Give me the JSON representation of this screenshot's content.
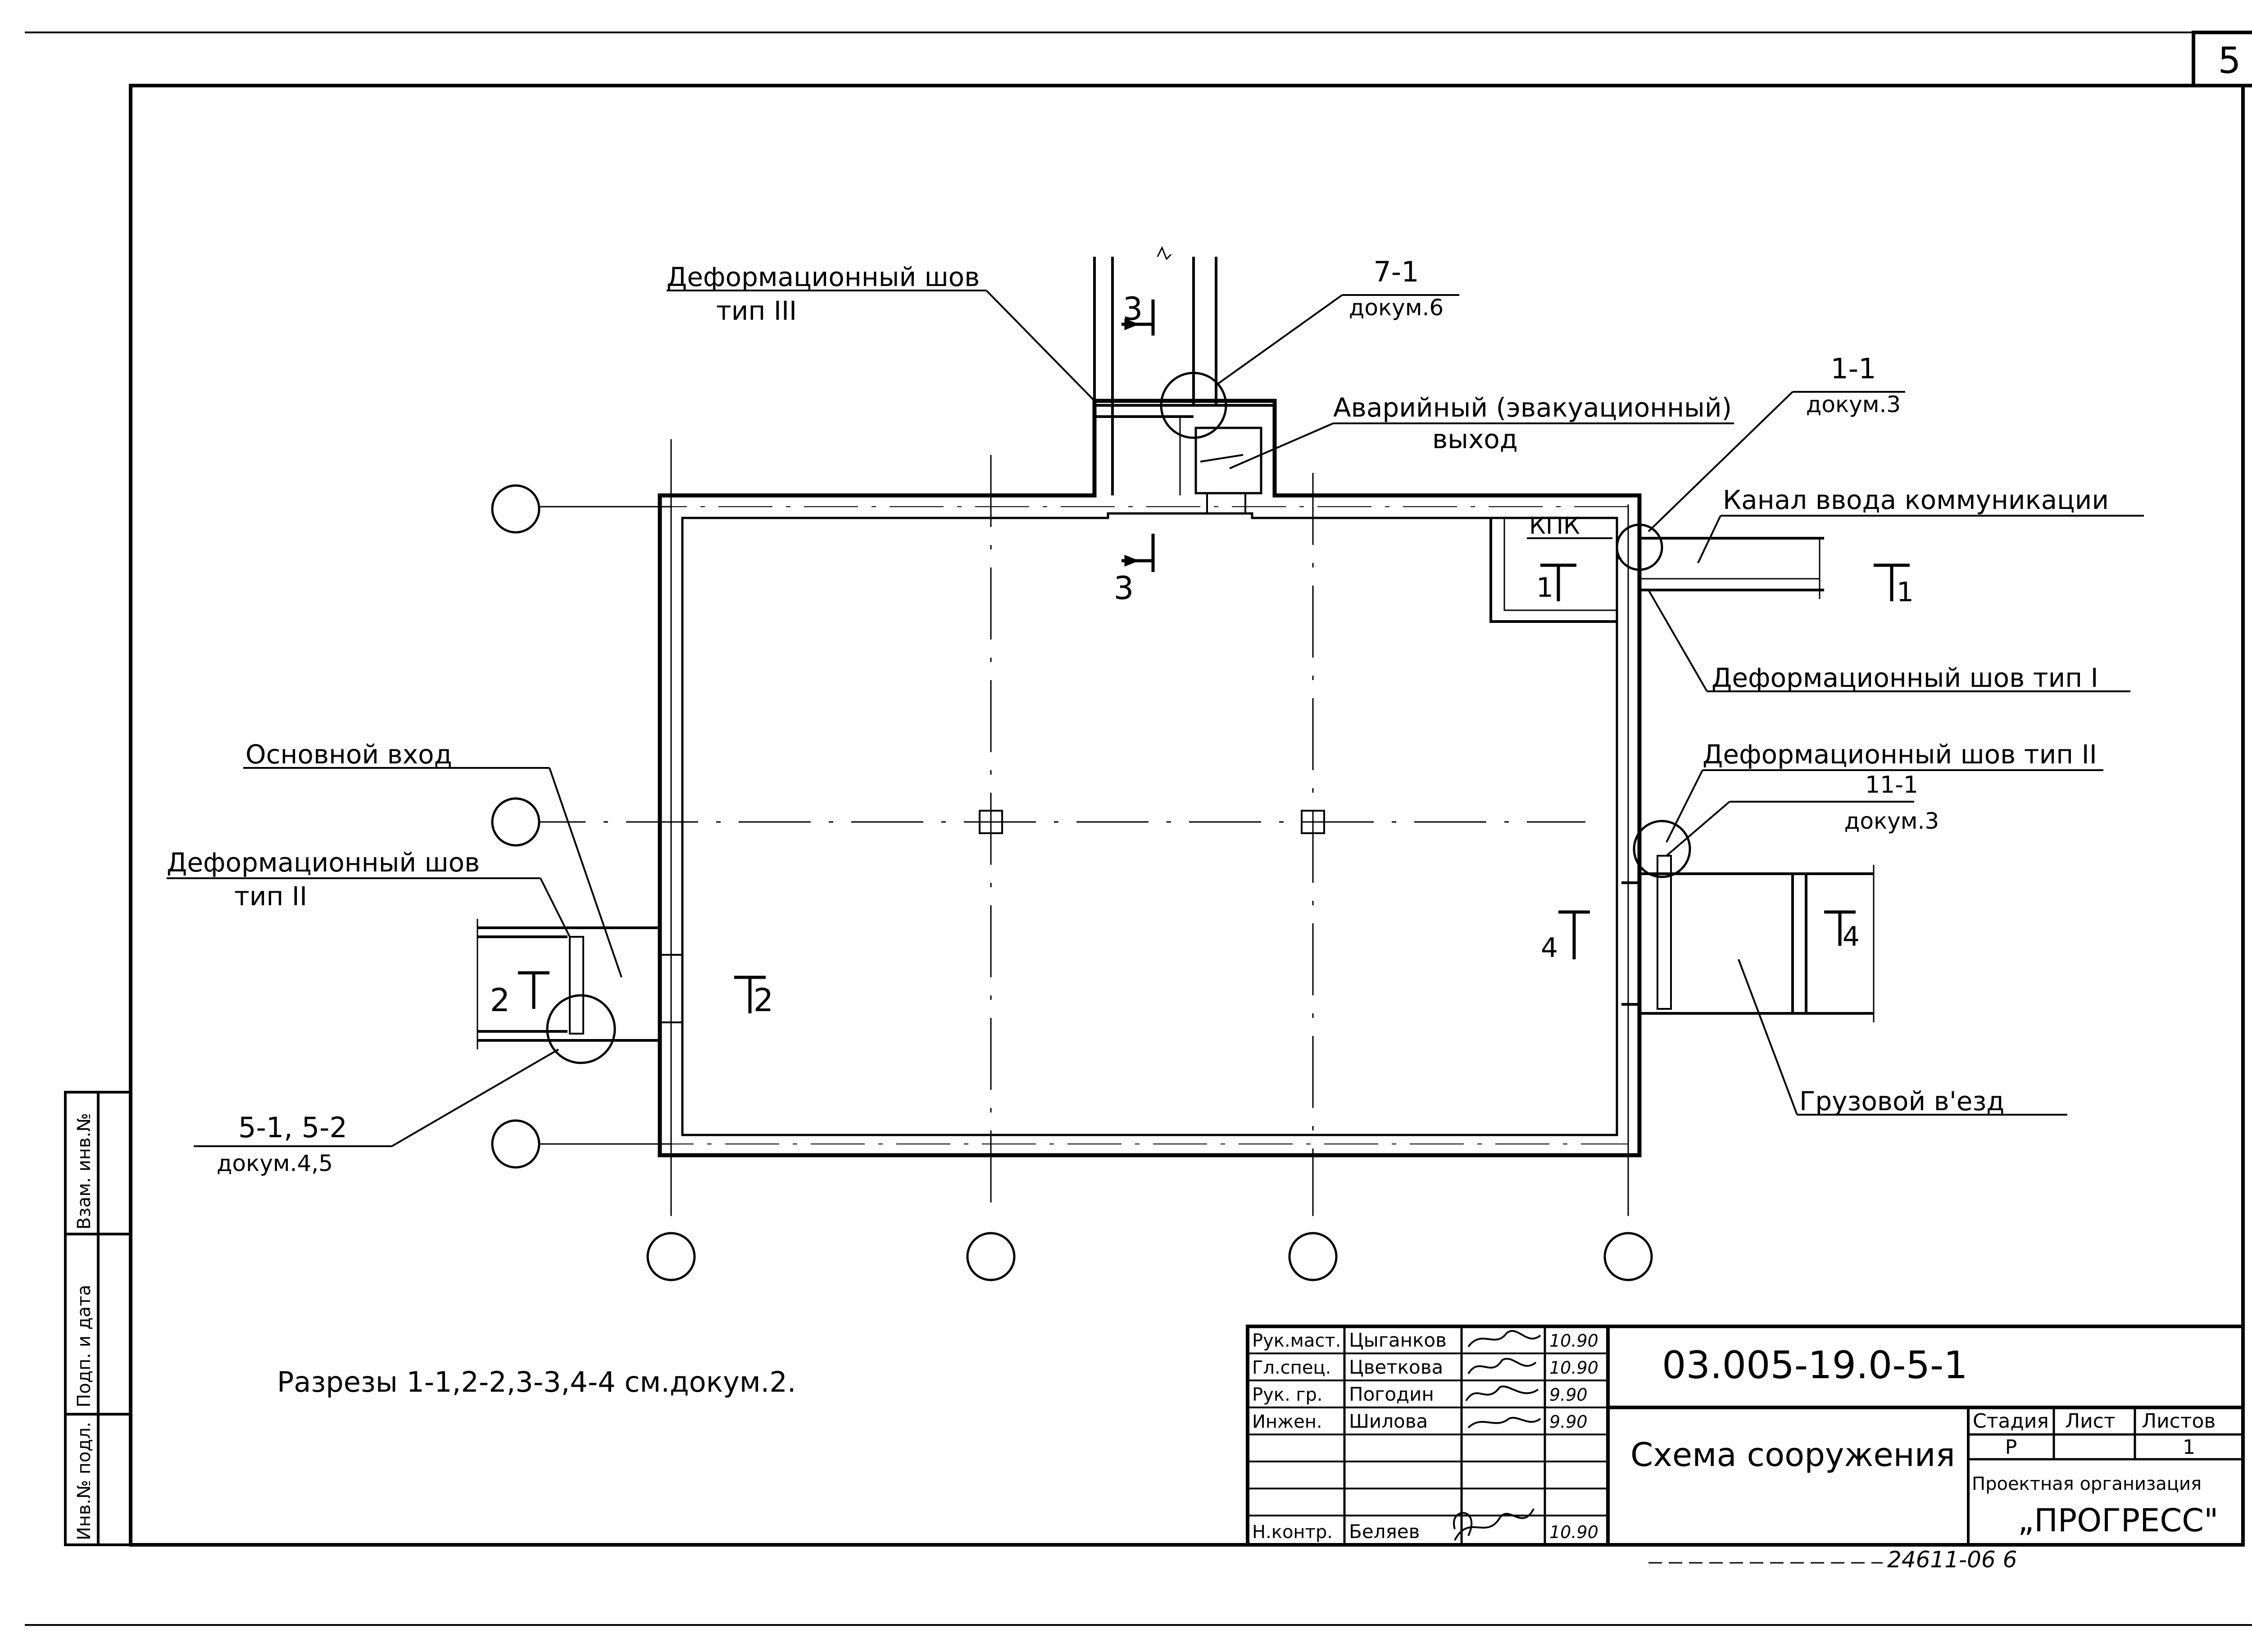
{
  "sheet": {
    "number": "5"
  },
  "labels": {
    "deform_joint_3": "Деформационный шов",
    "deform_joint_3_type": "тип III",
    "ref_7_1": "7-1",
    "ref_7_1_doc": "докум.6",
    "emergency_exit": "Аварийный (эвакуационный)",
    "emergency_exit_2": "выход",
    "ref_1_1": "1-1",
    "ref_1_1_doc": "докум.3",
    "utility_channel": "Канал ввода коммуникации",
    "kpk": "КПК",
    "deform_joint_1": "Деформационный шов тип I",
    "deform_joint_2_right": "Деформационный шов тип II",
    "ref_11_1": "11-1",
    "ref_11_1_doc": "докум.3",
    "main_entrance": "Основной вход",
    "deform_joint_2_left": "Деформационный шов",
    "deform_joint_2_left_type": "тип II",
    "ref_5": "5-1, 5-2",
    "ref_5_doc": "докум.4,5",
    "freight_entry": "Грузовой в'езд",
    "sections_note": "Разрезы 1-1,2-2,3-3,4-4 см.докум.2."
  },
  "section_marks": {
    "s1": "1",
    "s2": "2",
    "s3": "3",
    "s4": "4"
  },
  "side_stamp": [
    "Инв.№ подл.",
    "Подп. и дата",
    "Взам. инв.№"
  ],
  "title_block": {
    "code": "03.005-19.0-5-1",
    "title": "Схема сооружения",
    "stage_header": "Стадия",
    "sheet_header": "Лист",
    "sheets_header": "Листов",
    "stage": "Р",
    "sheet": "",
    "sheets": "1",
    "org_label": "Проектная организация",
    "org_name": "„ПРОГРЕСС\"",
    "signatures": [
      {
        "role": "Рук.маст.",
        "name": "Цыганков",
        "date": "10.90"
      },
      {
        "role": "Гл.спец.",
        "name": "Цветкова",
        "date": "10.90"
      },
      {
        "role": "Рук. гр.",
        "name": "Погодин",
        "date": "9.90"
      },
      {
        "role": "Инжен.",
        "name": "Шилова",
        "date": "9.90"
      },
      {
        "role": "",
        "name": "",
        "date": ""
      },
      {
        "role": "",
        "name": "",
        "date": ""
      },
      {
        "role": "Н.контр.",
        "name": "Беляев",
        "date": "10.90"
      }
    ],
    "archive_number": "24611-06 6"
  }
}
